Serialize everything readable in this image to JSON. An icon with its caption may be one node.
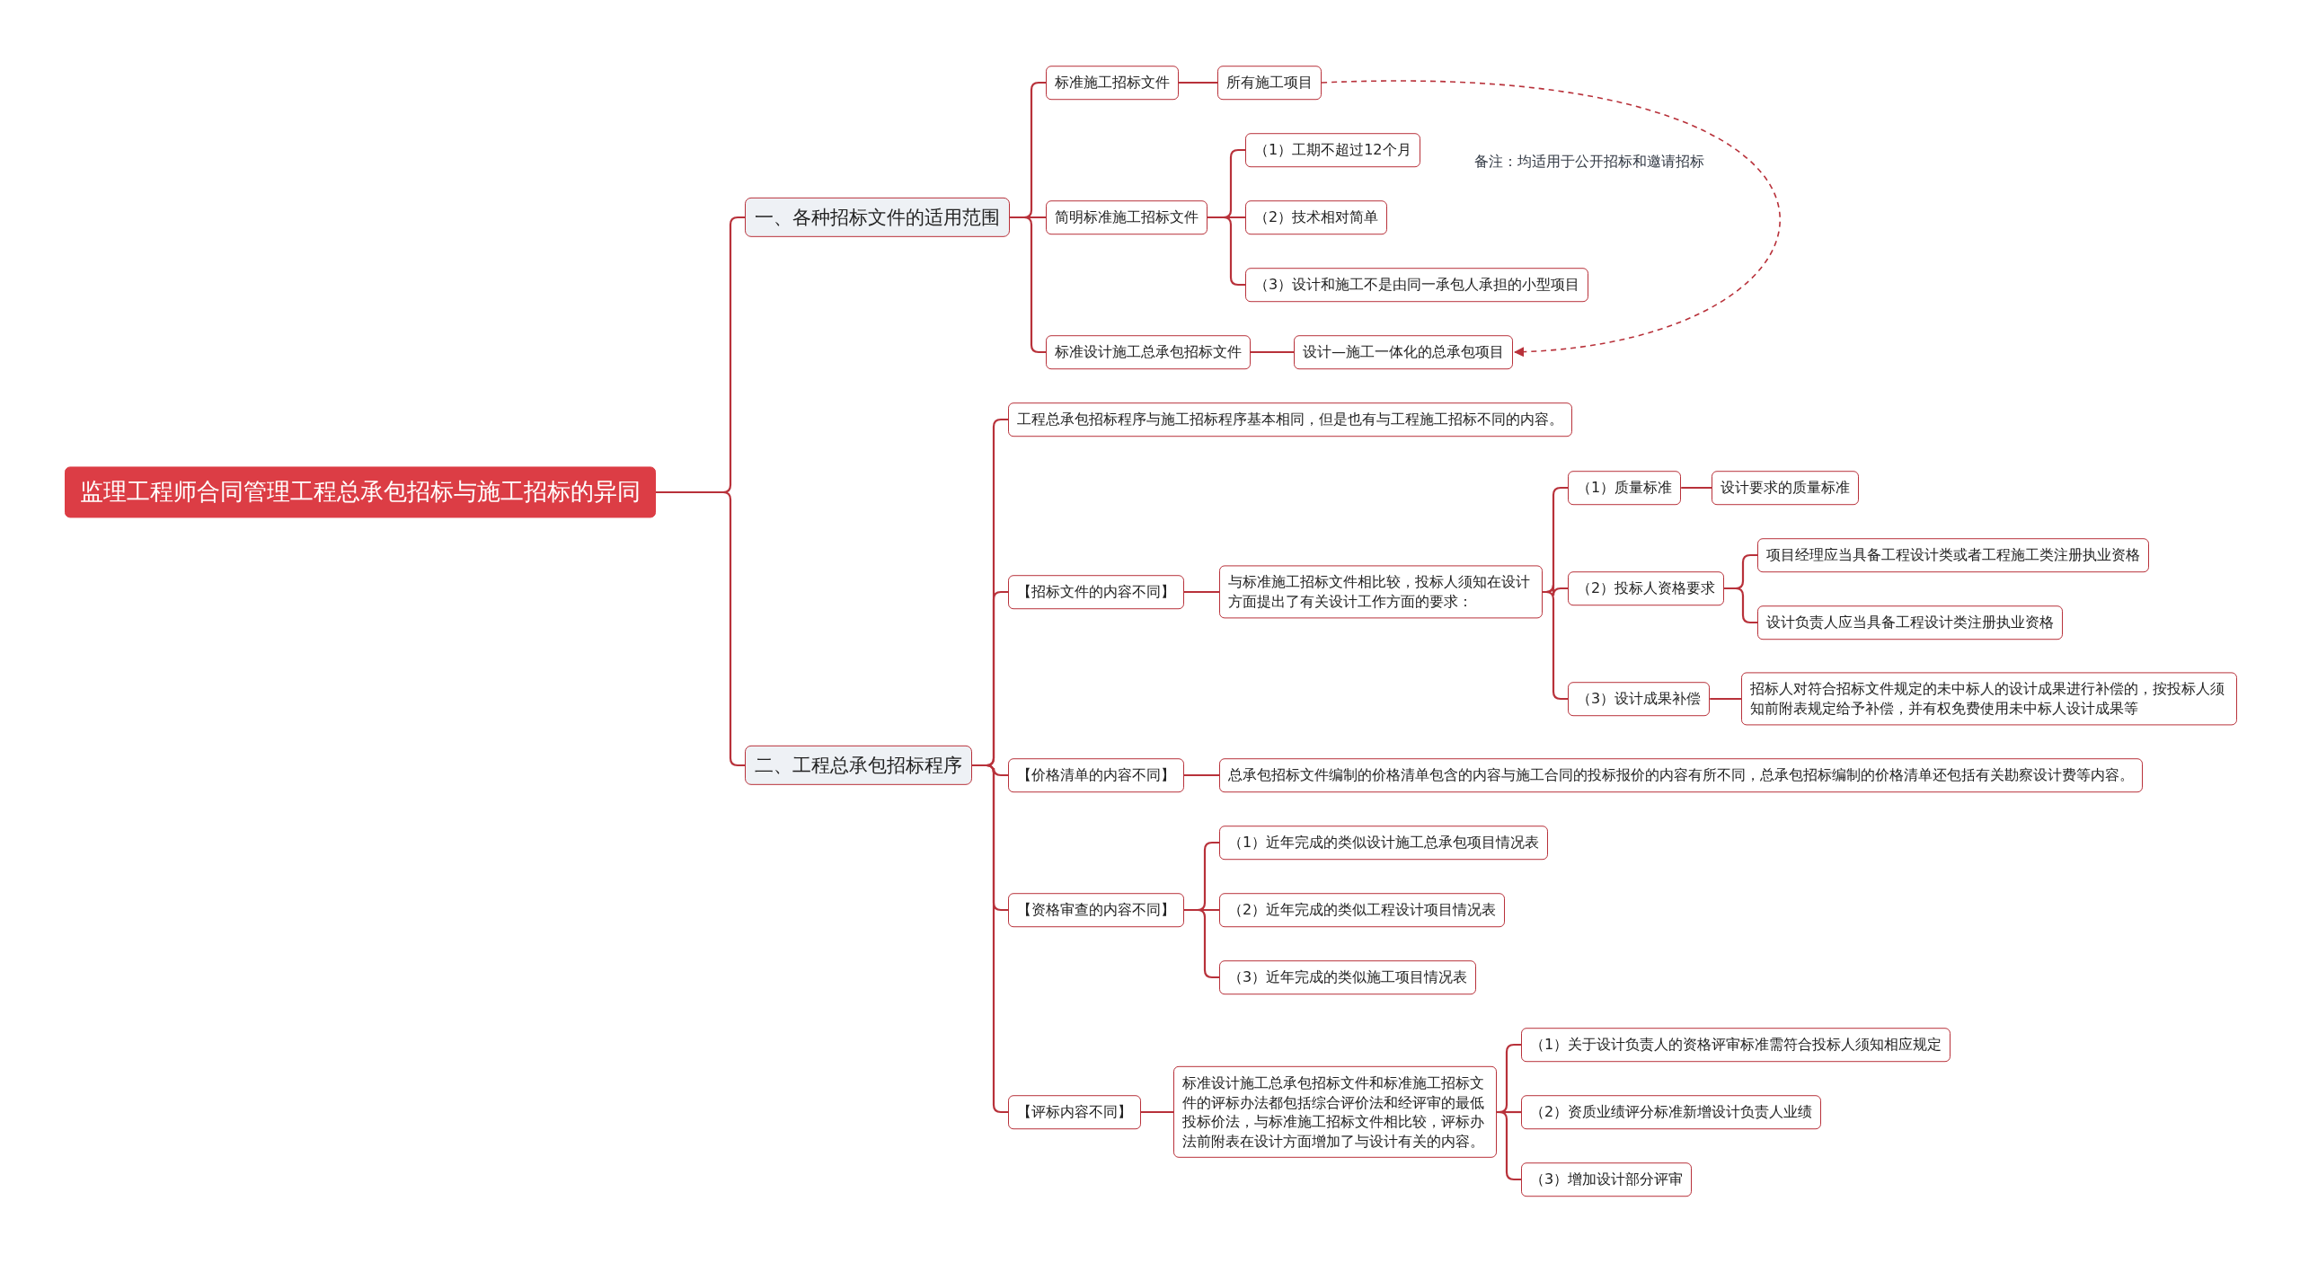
{
  "diagram": {
    "nodes": [
      {
        "text": [
          "监理工程师合同管理工程总承包招标与施工招标的异同"
        ]
      },
      {
        "text": [
          "一、各种招标文件的适用范围"
        ]
      },
      {
        "text": [
          "标准施工招标文件"
        ]
      },
      {
        "text": [
          "所有施工项目"
        ]
      },
      {
        "text": [
          "简明标准施工招标文件"
        ]
      },
      {
        "text": [
          "（1）工期不超过12个月"
        ]
      },
      {
        "text": [
          "（2）技术相对简单"
        ]
      },
      {
        "text": [
          "（3）设计和施工不是由同一承包人承担的小型项目"
        ]
      },
      {
        "text": [
          "标准设计施工总承包招标文件"
        ]
      },
      {
        "text": [
          "设计—施工一体化的总承包项目"
        ]
      },
      {
        "text": [
          "二、工程总承包招标程序"
        ]
      },
      {
        "text": [
          "工程总承包招标程序与施工招标程序基本相同，但是也有与工程施工招标不同的内容。"
        ]
      },
      {
        "text": [
          "【招标文件的内容不同】"
        ]
      },
      {
        "text": [
          "与标准施工招标文件相比较，投标人须知在设计方面提出了有关设计工作方面的要求："
        ]
      },
      {
        "text": [
          "（1）质量标准"
        ]
      },
      {
        "text": [
          "设计要求的质量标准"
        ]
      },
      {
        "text": [
          "（2）投标人资格要求"
        ]
      },
      {
        "text": [
          "项目经理应当具备工程设计类或者工程施工类注册执业资格"
        ]
      },
      {
        "text": [
          "设计负责人应当具备工程设计类注册执业资格"
        ]
      },
      {
        "text": [
          "（3）设计成果补偿"
        ]
      },
      {
        "text": [
          "招标人对符合招标文件规定的未中标人的设计成果进行补偿的，按投标人须知前附表规定给予补偿，并有权免费使用未中标人设计成果等"
        ]
      },
      {
        "text": [
          "【价格清单的内容不同】"
        ]
      },
      {
        "text": [
          "总承包招标文件编制的价格清单包含的内容与施工合同的投标报价的内容有所不同，总承包招标编制的价格清单还包括有关勘察设计费等内容。"
        ]
      },
      {
        "text": [
          "【资格审查的内容不同】"
        ]
      },
      {
        "text": [
          "（1）近年完成的类似设计施工总承包项目情况表"
        ]
      },
      {
        "text": [
          "（2）近年完成的类似工程设计项目情况表"
        ]
      },
      {
        "text": [
          "（3）近年完成的类似施工项目情况表"
        ]
      },
      {
        "text": [
          "【评标内容不同】"
        ]
      },
      {
        "text": [
          "标准设计施工总承包招标文件和标准施工招标文件的评标办法都包括综合评价法和经评审的最低投标价法，与标准施工招标文件相比较，评标办法前附表在设计方面增加了与设计有关的内容。"
        ]
      },
      {
        "text": [
          "（1）关于设计负责人的资格评审标准需符合投标人须知相应规定"
        ]
      },
      {
        "text": [
          "（2）资质业绩评分标准新增设计负责人业绩"
        ]
      },
      {
        "text": [
          "（3）增加设计部分评审"
        ]
      }
    ],
    "edges": [
      {
        "from": 0,
        "to": 1,
        "arrow": "none"
      },
      {
        "from": 0,
        "to": 10,
        "arrow": "none"
      },
      {
        "from": 1,
        "to": 2,
        "arrow": "none"
      },
      {
        "from": 2,
        "to": 3,
        "arrow": "none"
      },
      {
        "from": 1,
        "to": 4,
        "arrow": "none"
      },
      {
        "from": 4,
        "to": 5,
        "arrow": "none"
      },
      {
        "from": 4,
        "to": 6,
        "arrow": "none"
      },
      {
        "from": 4,
        "to": 7,
        "arrow": "none"
      },
      {
        "from": 1,
        "to": 8,
        "arrow": "none"
      },
      {
        "from": 8,
        "to": 9,
        "arrow": "none"
      },
      {
        "from": 3,
        "to": 9,
        "arrow": "to",
        "style": "dashed"
      },
      {
        "from": 10,
        "to": 11,
        "arrow": "none"
      },
      {
        "from": 10,
        "to": 12,
        "arrow": "none"
      },
      {
        "from": 12,
        "to": 13,
        "arrow": "none"
      },
      {
        "from": 13,
        "to": 14,
        "arrow": "none"
      },
      {
        "from": 14,
        "to": 15,
        "arrow": "none"
      },
      {
        "from": 13,
        "to": 16,
        "arrow": "none"
      },
      {
        "from": 16,
        "to": 17,
        "arrow": "none"
      },
      {
        "from": 16,
        "to": 18,
        "arrow": "none"
      },
      {
        "from": 13,
        "to": 19,
        "arrow": "none"
      },
      {
        "from": 19,
        "to": 20,
        "arrow": "none"
      },
      {
        "from": 10,
        "to": 21,
        "arrow": "none"
      },
      {
        "from": 21,
        "to": 22,
        "arrow": "none"
      },
      {
        "from": 10,
        "to": 23,
        "arrow": "none"
      },
      {
        "from": 23,
        "to": 24,
        "arrow": "none"
      },
      {
        "from": 23,
        "to": 25,
        "arrow": "none"
      },
      {
        "from": 23,
        "to": 26,
        "arrow": "none"
      },
      {
        "from": 10,
        "to": 27,
        "arrow": "none"
      },
      {
        "from": 27,
        "to": 28,
        "arrow": "none"
      },
      {
        "from": 28,
        "to": 29,
        "arrow": "none"
      },
      {
        "from": 28,
        "to": 30,
        "arrow": "none"
      },
      {
        "from": 28,
        "to": 31,
        "arrow": "none"
      }
    ],
    "labels": [
      "备注：均适用于公开招标和邀请招标"
    ]
  }
}
